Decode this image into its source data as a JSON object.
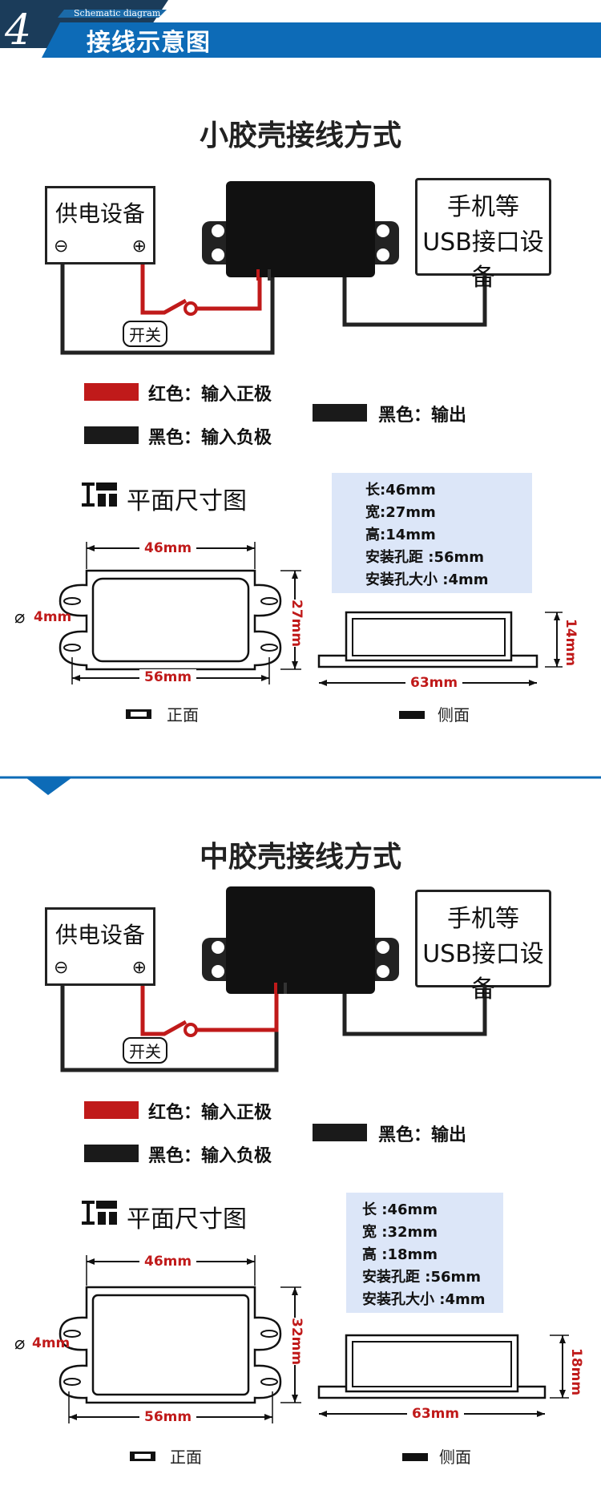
{
  "header": {
    "number": "4",
    "subtitle": "Schematic diagram",
    "title": "接线示意图",
    "colors": {
      "accent": "#0d6bb7",
      "dark": "#1b3c5a"
    }
  },
  "sections": [
    {
      "title": "小胶壳接线方式",
      "power_device": "供电设备",
      "usb_device_line1": "手机等",
      "usb_device_line2": "USB接口设备",
      "switch_label": "开关",
      "legend": {
        "red": "红色：输入正极",
        "black_in": "黑色：输入负极",
        "black_out": "黑色：输出"
      },
      "dim_title": "平面尺寸图",
      "specs": [
        "长:46mm",
        "宽:27mm",
        "高:14mm",
        "安装孔距 :56mm",
        "安装孔大小 :4mm"
      ],
      "dims": {
        "width": "46mm",
        "height": "27mm",
        "hole_dist": "56mm",
        "hole": "4mm",
        "side_len": "63mm",
        "side_h": "14mm"
      },
      "front_label": "正面",
      "side_label": "侧面"
    },
    {
      "title": "中胶壳接线方式",
      "power_device": "供电设备",
      "usb_device_line1": "手机等",
      "usb_device_line2": "USB接口设备",
      "switch_label": "开关",
      "legend": {
        "red": "红色：输入正极",
        "black_in": "黑色：输入负极",
        "black_out": "黑色：输出"
      },
      "dim_title": "平面尺寸图",
      "specs": [
        "长 :46mm",
        "宽 :32mm",
        "高 :18mm",
        "安装孔距 :56mm",
        "安装孔大小 :4mm"
      ],
      "dims": {
        "width": "46mm",
        "height": "32mm",
        "hole_dist": "56mm",
        "hole": "4mm",
        "side_len": "63mm",
        "side_h": "18mm"
      },
      "front_label": "正面",
      "side_label": "侧面"
    }
  ]
}
